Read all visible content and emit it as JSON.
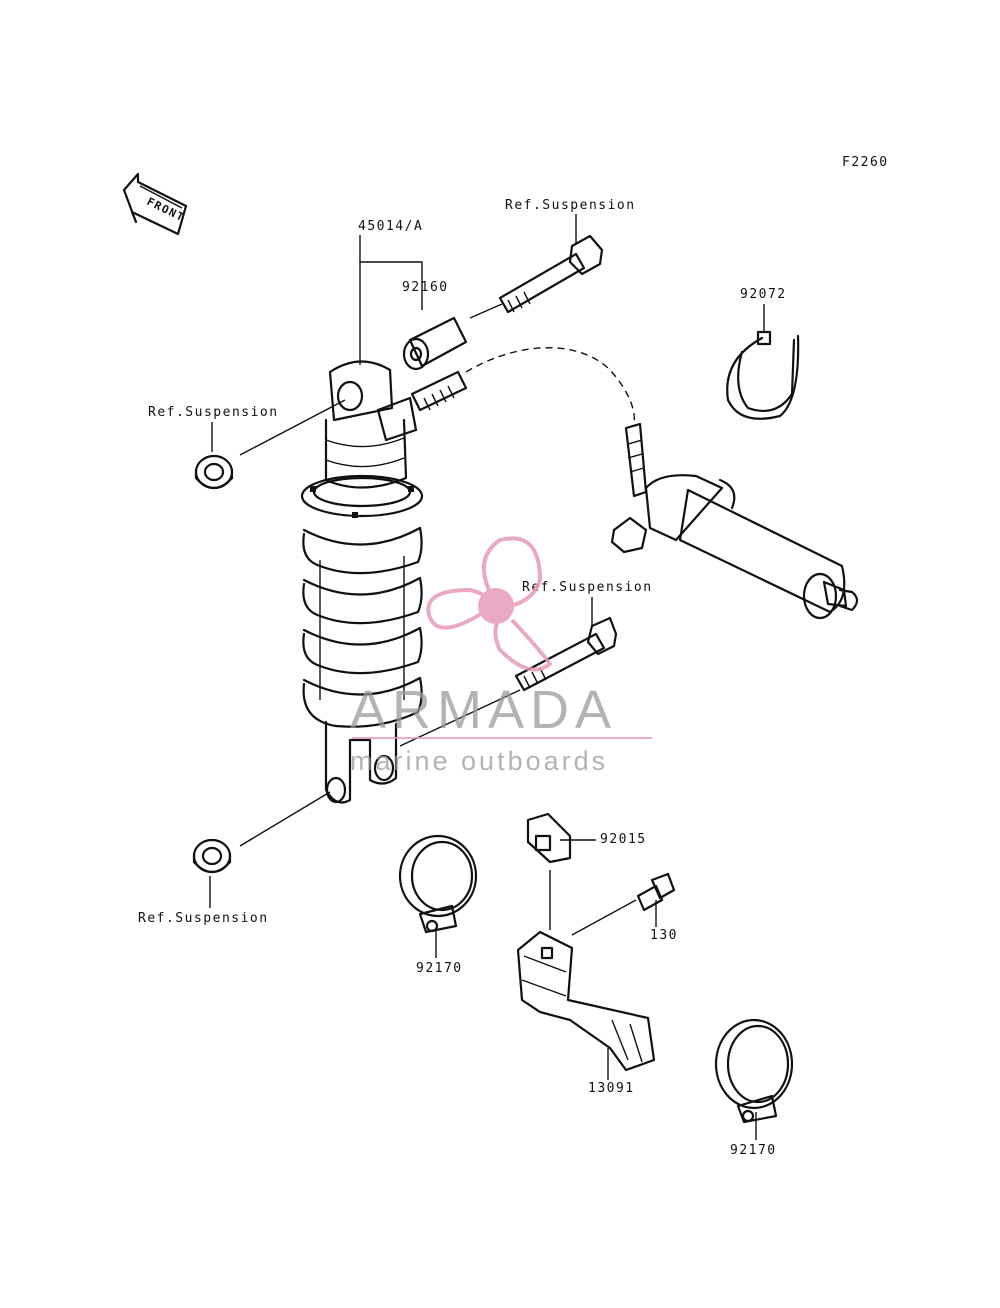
{
  "diagram": {
    "figure_code": "F2260",
    "front_arrow_text": "FRONT",
    "labels": {
      "assembly": "45014/A",
      "collar": "92160",
      "band_top": "92072",
      "bracket_nut": "92015",
      "bolt": "130",
      "clamp_left": "92170",
      "clamp_right": "92170",
      "bracket": "13091",
      "ref_top_bolt": "Ref.Suspension",
      "ref_top_nut": "Ref.Suspension",
      "ref_mid_bolt": "Ref.Suspension",
      "ref_bottom_nut": "Ref.Suspension"
    }
  },
  "watermark": {
    "brand": "ARMADA",
    "tagline": "marine outboards",
    "color": "#e79ab9"
  }
}
